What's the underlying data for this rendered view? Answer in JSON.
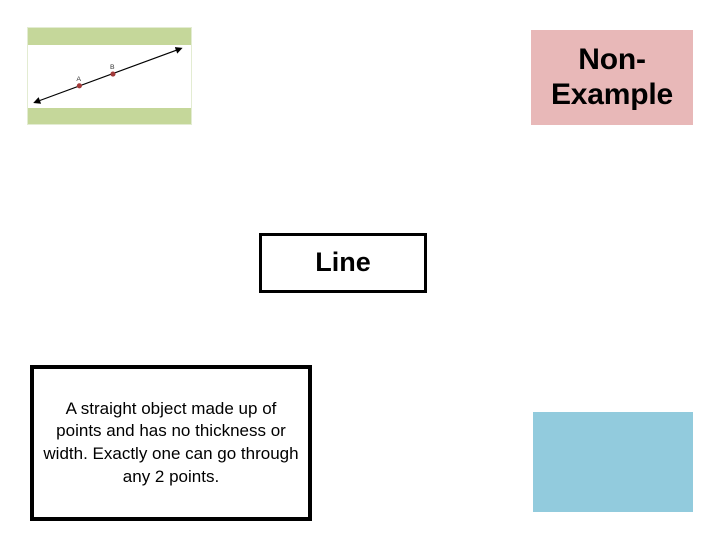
{
  "slide": {
    "example_image": {
      "alt_name": "line-through-two-points-diagram",
      "frame_color": "#c5d79a",
      "inner_color": "#ffffff",
      "point_color": "#a33a3a",
      "line_color": "#000000",
      "point_a_label": "A",
      "point_b_label": "B"
    },
    "non_example": {
      "label": "Non-Example",
      "background_color": "#e8b8b8",
      "text_color": "#000000"
    },
    "term": {
      "label": "Line",
      "border_color": "#000000",
      "text_color": "#000000"
    },
    "definition": {
      "text": "A straight object made up of points and has no thickness or width. Exactly one can go through any 2 points.",
      "border_color": "#000000",
      "text_color": "#000000"
    },
    "blue_block": {
      "label": "",
      "background_color": "#92cbdd"
    }
  }
}
